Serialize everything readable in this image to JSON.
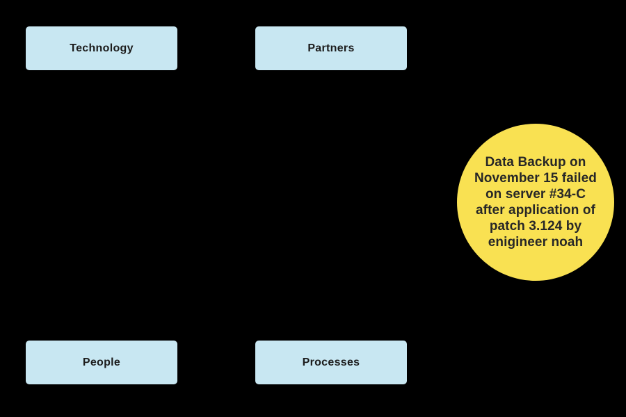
{
  "diagram": {
    "nodes": [
      {
        "id": "technology",
        "label": "Technology"
      },
      {
        "id": "partners",
        "label": "Partners"
      },
      {
        "id": "people",
        "label": "People"
      },
      {
        "id": "processes",
        "label": "Processes"
      }
    ],
    "note": {
      "text": "Data Backup on\nNovember 15 failed\non server #34-C\nafter application of\npatch 3.124 by\nenigineer noah"
    }
  },
  "colors": {
    "background": "#000000",
    "node_fill": "#c8e7f2",
    "node_text": "#1c1c1c",
    "note_fill": "#f9e152",
    "note_text": "#272727"
  }
}
